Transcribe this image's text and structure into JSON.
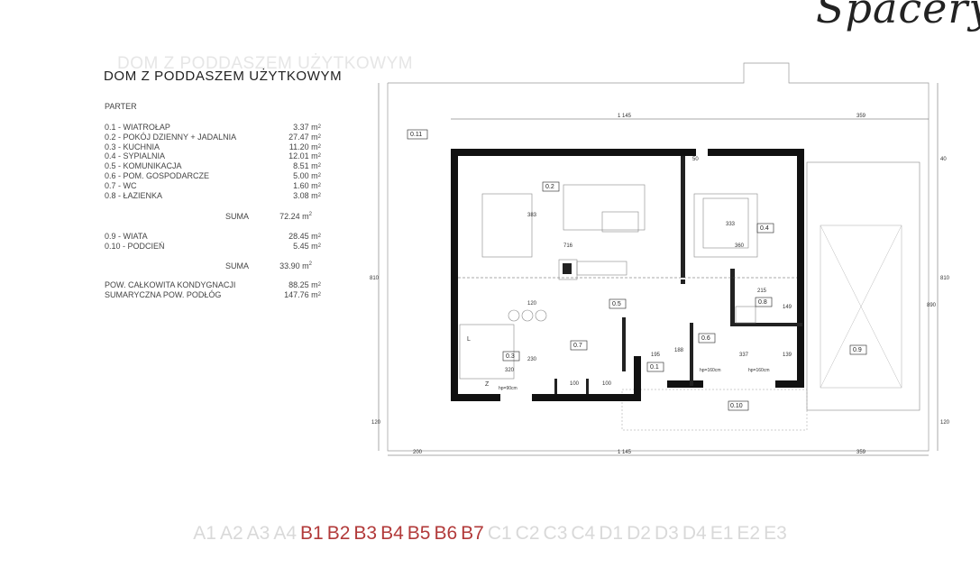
{
  "logo": {
    "text": "Spacery"
  },
  "ghost_title": "DOM Z PODDASZEM UŻYTKOWYM",
  "title": "DOM Z PODDASZEM UŻYTKOWYM",
  "floor_label": "PARTER",
  "rooms": [
    {
      "label": "0.1 - WIATROŁAP",
      "value": "3.37 m"
    },
    {
      "label": "0.2 - POKÓJ DZIENNY + JADALNIA",
      "value": "27.47 m"
    },
    {
      "label": "0.3 - KUCHNIA",
      "value": "11.20 m"
    },
    {
      "label": "0.4 - SYPIALNIA",
      "value": "12.01 m"
    },
    {
      "label": "0.5 - KOMUNIKACJA",
      "value": "8.51 m"
    },
    {
      "label": "0.6 - POM. GOSPODARCZE",
      "value": "5.00 m"
    },
    {
      "label": "0.7 - WC",
      "value": "1.60 m"
    },
    {
      "label": "0.8 - ŁAZIENKA",
      "value": "3.08 m"
    }
  ],
  "suma1": {
    "label": "SUMA",
    "value": "72.24 m"
  },
  "outdoor": [
    {
      "label": "0.9 - WIATA",
      "value": "28.45 m"
    },
    {
      "label": "0.10 - PODCIEŃ",
      "value": "5.45 m"
    }
  ],
  "suma2": {
    "label": "SUMA",
    "value": "33.90 m"
  },
  "totals": [
    {
      "label": "POW. CAŁKOWITA KONDYGNACJI",
      "value": "88.25 m"
    },
    {
      "label": "SUMARYCZNA POW. PODŁÓG",
      "value": "147.76 m"
    }
  ],
  "unit_sup": "2",
  "plan": {
    "dims": {
      "top_main": "1 145",
      "top_right": "359",
      "bottom_left": "200",
      "bottom_main": "1 145",
      "bottom_right": "359",
      "left_height": "810",
      "right_height_a": "810",
      "right_height_b": "890",
      "left_low": "120",
      "right_low": "120",
      "right_top": "40",
      "w716": "716",
      "w360": "360",
      "w320": "320",
      "w337": "337",
      "w195": "195",
      "w215": "215",
      "w100a": "100",
      "w100b": "100",
      "h383": "383",
      "h333": "333",
      "h120": "120",
      "h230": "230",
      "h188": "188",
      "h149": "149",
      "h139": "139",
      "w50": "50"
    },
    "room_tags": {
      "r01": "0.1",
      "r02": "0.2",
      "r03": "0.3",
      "r04": "0.4",
      "r05": "0.5",
      "r06": "0.6",
      "r07": "0.7",
      "r08": "0.8",
      "r09": "0.9",
      "r010": "0.10",
      "r011": "0.11"
    },
    "notes": {
      "hp90": "hp=90cm",
      "hp160a": "hp=160cm",
      "hp160b": "hp=160cm",
      "z": "Z",
      "l": "L"
    }
  },
  "nav": [
    {
      "label": "A1",
      "active": false
    },
    {
      "label": "A2",
      "active": false
    },
    {
      "label": "A3",
      "active": false
    },
    {
      "label": "A4",
      "active": false
    },
    {
      "label": "B1",
      "active": true
    },
    {
      "label": "B2",
      "active": true
    },
    {
      "label": "B3",
      "active": true
    },
    {
      "label": "B4",
      "active": true
    },
    {
      "label": "B5",
      "active": true
    },
    {
      "label": "B6",
      "active": true
    },
    {
      "label": "B7",
      "active": true
    },
    {
      "label": "C1",
      "active": false
    },
    {
      "label": "C2",
      "active": false
    },
    {
      "label": "C3",
      "active": false
    },
    {
      "label": "C4",
      "active": false
    },
    {
      "label": "D1",
      "active": false
    },
    {
      "label": "D2",
      "active": false
    },
    {
      "label": "D3",
      "active": false
    },
    {
      "label": "D4",
      "active": false
    },
    {
      "label": "E1",
      "active": false
    },
    {
      "label": "E2",
      "active": false
    },
    {
      "label": "E3",
      "active": false
    }
  ]
}
